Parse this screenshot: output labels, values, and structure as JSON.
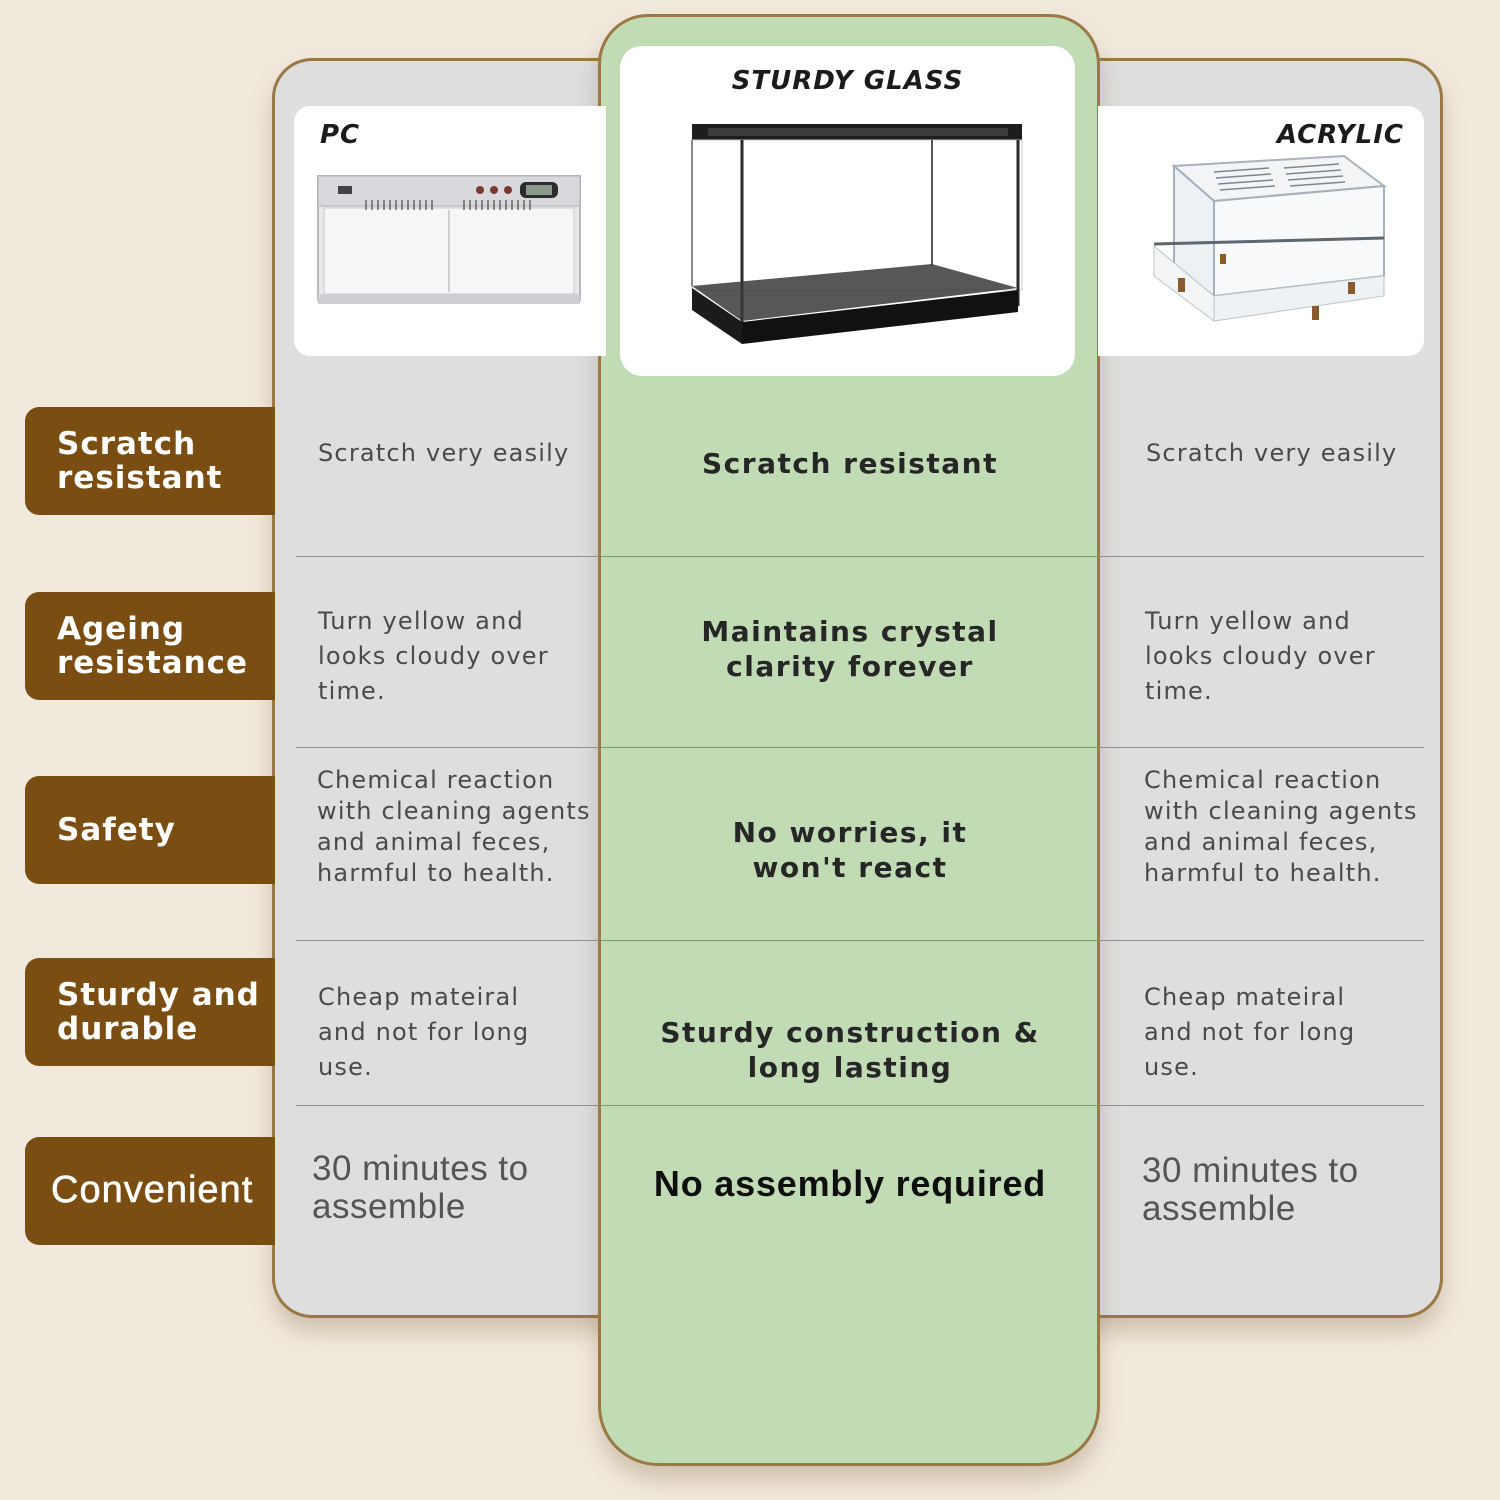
{
  "columns": {
    "pc": {
      "title": "PC"
    },
    "glass": {
      "title": "STURDY GLASS"
    },
    "acrylic": {
      "title": "ACRYLIC"
    }
  },
  "rows": [
    {
      "label": "Scratch resistant",
      "pc": "Scratch very easily",
      "glass": "Scratch resistant",
      "acrylic": "Scratch very easily"
    },
    {
      "label": "Ageing resistance",
      "pc": "Turn yellow and looks cloudy over time.",
      "glass": "Maintains crystal clarity forever",
      "acrylic": "Turn yellow and looks cloudy over time."
    },
    {
      "label": "Safety",
      "pc": "Chemical reaction with cleaning agents and animal feces, harmful to health.",
      "glass": "No worries, it won't react",
      "acrylic": "Chemical reaction with cleaning agents and animal feces, harmful to health."
    },
    {
      "label": "Sturdy and durable",
      "pc": "Cheap mateiral and not for long use.",
      "glass": "Sturdy construction & long lasting",
      "acrylic": "Cheap mateiral and not for long use."
    },
    {
      "label": "Convenient",
      "pc": "30 minutes to assemble",
      "glass": "No assembly required",
      "acrylic": "30 minutes to assemble"
    }
  ],
  "colors": {
    "background": "#f2e9dd",
    "label_brown": "#7a4e12",
    "glass_green": "#c1dbb5",
    "side_gray": "#dedede"
  },
  "icons": {
    "pc": "pc-terrarium-image",
    "glass": "glass-tank-image",
    "acrylic": "acrylic-enclosure-image"
  }
}
